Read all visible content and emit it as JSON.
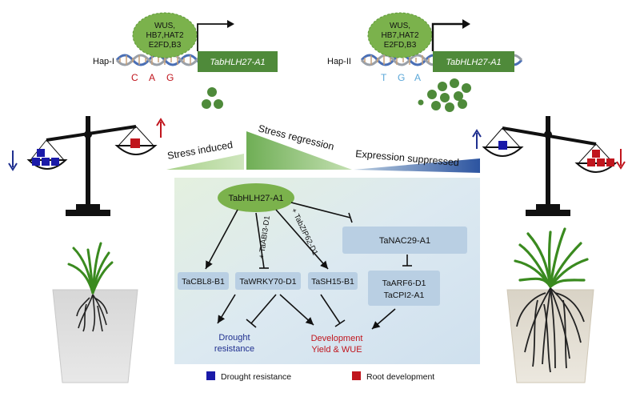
{
  "left": {
    "hap_label": "Hap-I",
    "tf_lines": [
      "WUS,",
      "HB7,HAT2",
      "E2FD,B3"
    ],
    "gene_label": "TabHLH27-A1",
    "snp": [
      "C",
      "A",
      "G"
    ]
  },
  "right": {
    "hap_label": "Hap-II",
    "tf_lines": [
      "WUS,",
      "HB7,HAT2",
      "E2FD,B3"
    ],
    "gene_label": "TabHLH27-A1",
    "snp": [
      "T",
      "G",
      "A"
    ]
  },
  "phases": {
    "induced": "Stress induced",
    "regression": "Stress regression",
    "suppressed": "Expression suppressed"
  },
  "network": {
    "hub": "TabHLH27-A1",
    "tacbl8": "TaCBL8-B1",
    "tawrky70": "TaWRKY70-D1",
    "tash15": "TaSH15-B1",
    "tanac29": "TaNAC29-A1",
    "taarf6_line1": "TaARF6-D1",
    "taarf6_line2": "TaCPI2-A1",
    "edge_abi3": "+ TaABI3-D1",
    "edge_zip62": "+ TabZIP62-D1",
    "out_drought_1": "Drought",
    "out_drought_2": "resistance",
    "out_dev_1": "Development",
    "out_dev_2": "Yield & WUE"
  },
  "legend": {
    "drought": "Drought resistance",
    "root": "Root development",
    "drought_color": "#1a1aa8",
    "root_color": "#c0151d"
  },
  "colors": {
    "gene_green": "#4f8a3a",
    "tf_green": "#7bb24c",
    "dot_green": "#4e8a3a",
    "network_bg": "#dbe9f2",
    "box_bg": "#b9cfe3",
    "blue_arrow": "#1f2f8f",
    "red_arrow": "#c0151d"
  }
}
